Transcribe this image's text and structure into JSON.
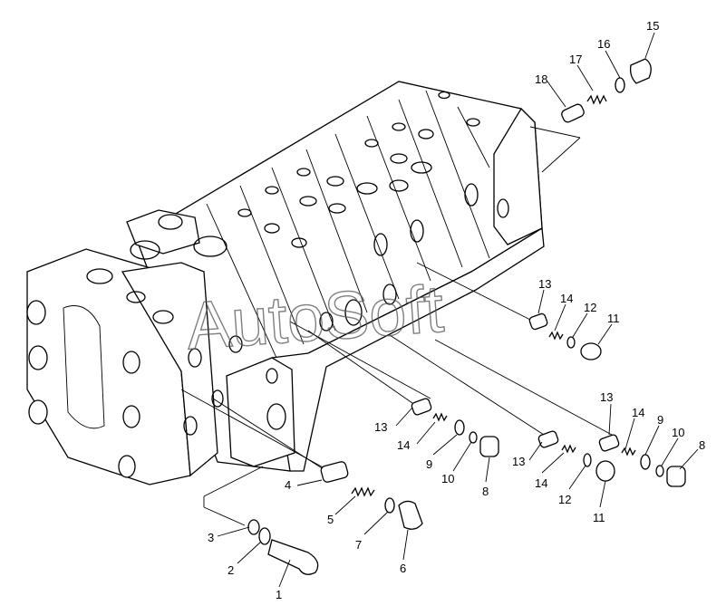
{
  "watermark": "AutoSoft",
  "labels": {
    "c1": "1",
    "c2": "2",
    "c3": "3",
    "c4": "4",
    "c5": "5",
    "c6": "6",
    "c7": "7",
    "c8a": "8",
    "c8b": "8",
    "c9a": "9",
    "c9b": "9",
    "c10a": "10",
    "c10b": "10",
    "c11a": "11",
    "c11b": "11",
    "c12a": "12",
    "c12b": "12",
    "c13a": "13",
    "c13b": "13",
    "c13c": "13",
    "c13d": "13",
    "c14a": "14",
    "c14b": "14",
    "c14c": "14",
    "c14d": "14",
    "c15": "15",
    "c16": "16",
    "c17": "17",
    "c18": "18"
  }
}
